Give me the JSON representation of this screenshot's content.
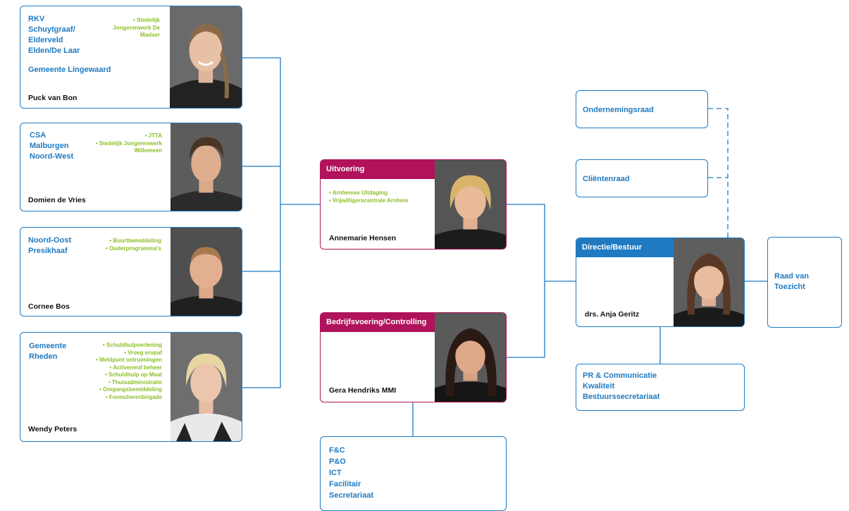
{
  "colors": {
    "blue": "#1f7ac2",
    "magenta": "#b0125b",
    "green": "#8cbf26"
  },
  "teams": [
    {
      "titles": [
        "RKV",
        "Schuytgraaf/",
        "Elderveld",
        "Elden/De Laar"
      ],
      "extra": "Gemeente Lingewaard",
      "items": [
        "Stedelijk Jongerenwerk De Madser"
      ],
      "name": "Puck van Bon"
    },
    {
      "titles": [
        "CSA",
        "Malburgen",
        "Noord-West"
      ],
      "items": [
        "JTTA",
        "Stedelijk Jongerenwerk Willemeen"
      ],
      "name": "Domien de Vries"
    },
    {
      "titles": [
        "Noord-Oost",
        "Presikhaaf"
      ],
      "items": [
        "Buurtbemiddeling",
        "Ouderprogramma's"
      ],
      "name": "Cornee Bos"
    },
    {
      "titles": [
        "Gemeente",
        "Rheden"
      ],
      "items": [
        "Schuldhulpverlening",
        "Vroeg eropaf",
        "Meldpunt ontruimingen",
        "Activerend beheer",
        "Schuldhulp op Maat",
        "Thuisadministratie",
        "Omgangsbemiddeling",
        "Formulierenbrigade"
      ],
      "name": "Wendy Peters"
    }
  ],
  "uitvoering": {
    "header": "Uitvoering",
    "items": [
      "Arnhemse Uitdaging",
      "Vrijwilligerscentrale Arnhem"
    ],
    "name": "Annemarie Hensen"
  },
  "bedrijfsvoering": {
    "header": "Bedrijfsvoering/Controlling",
    "name": "Gera Hendriks MMI"
  },
  "support": [
    "F&C",
    "P&O",
    "ICT",
    "Facilitair",
    "Secretariaat"
  ],
  "ondernemingsraad": "Ondernemingsraad",
  "clientenraad": "Cliëntenraad",
  "directie": {
    "header": "Directie/Bestuur",
    "name": "drs. Anja Geritz"
  },
  "raad": [
    "Raad van",
    "Toezicht"
  ],
  "staff": [
    "PR & Communicatie",
    "Kwaliteit",
    "Bestuurssecretariaat"
  ]
}
